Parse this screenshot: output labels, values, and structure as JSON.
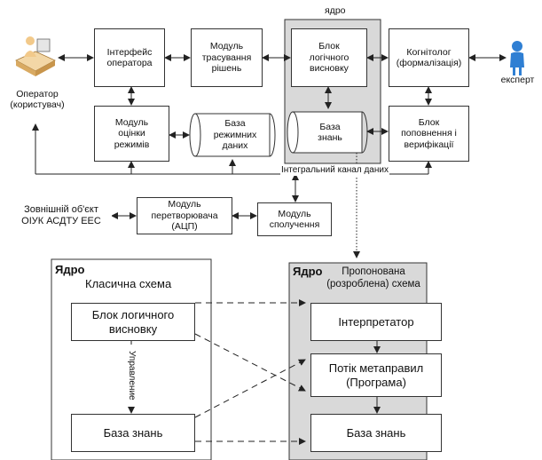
{
  "top": {
    "core_label": "ядро",
    "operator": "Оператор\n(користувач)",
    "expert": "експерт",
    "interface": "Інтерфейс\nоператора",
    "trace": "Модуль\nтрасування\nрішень",
    "inference": "Блок\nлогічного\nвисновку",
    "cognitologist": "Когнітолог\n(формалізація)",
    "estimation": "Модуль\nоцінки\nрежимів",
    "modes_db": "База\nрежимних\nданих",
    "kb": "База\nзнань",
    "replenish": "Блок\nпоповнення і\nверифікації",
    "channel": "Інтегральний канал даних",
    "external": "Зовнішній об'єкт\nОІУК АСДТУ ЕЕС",
    "adc": "Модуль\nперетворювача\n(АЦП)",
    "interface_module": "Модуль\nсполучення"
  },
  "bottom": {
    "classic": {
      "core": "Ядро",
      "title": "Класична схема",
      "inference": "Блок логичного\nвисновку",
      "control": "Управление",
      "kb": "База знань"
    },
    "proposed": {
      "core": "Ядро",
      "title": "Пропонована\n(розроблена) схема",
      "interpreter": "Інтерпретатор",
      "rules": "Потік метаправил\n(Програма)",
      "kb": "База знань"
    }
  },
  "colors": {
    "core_fill": "#d9d9d9",
    "line": "#222222",
    "person_skin": "#f2c98a",
    "expert_blue": "#2f7fd3"
  }
}
